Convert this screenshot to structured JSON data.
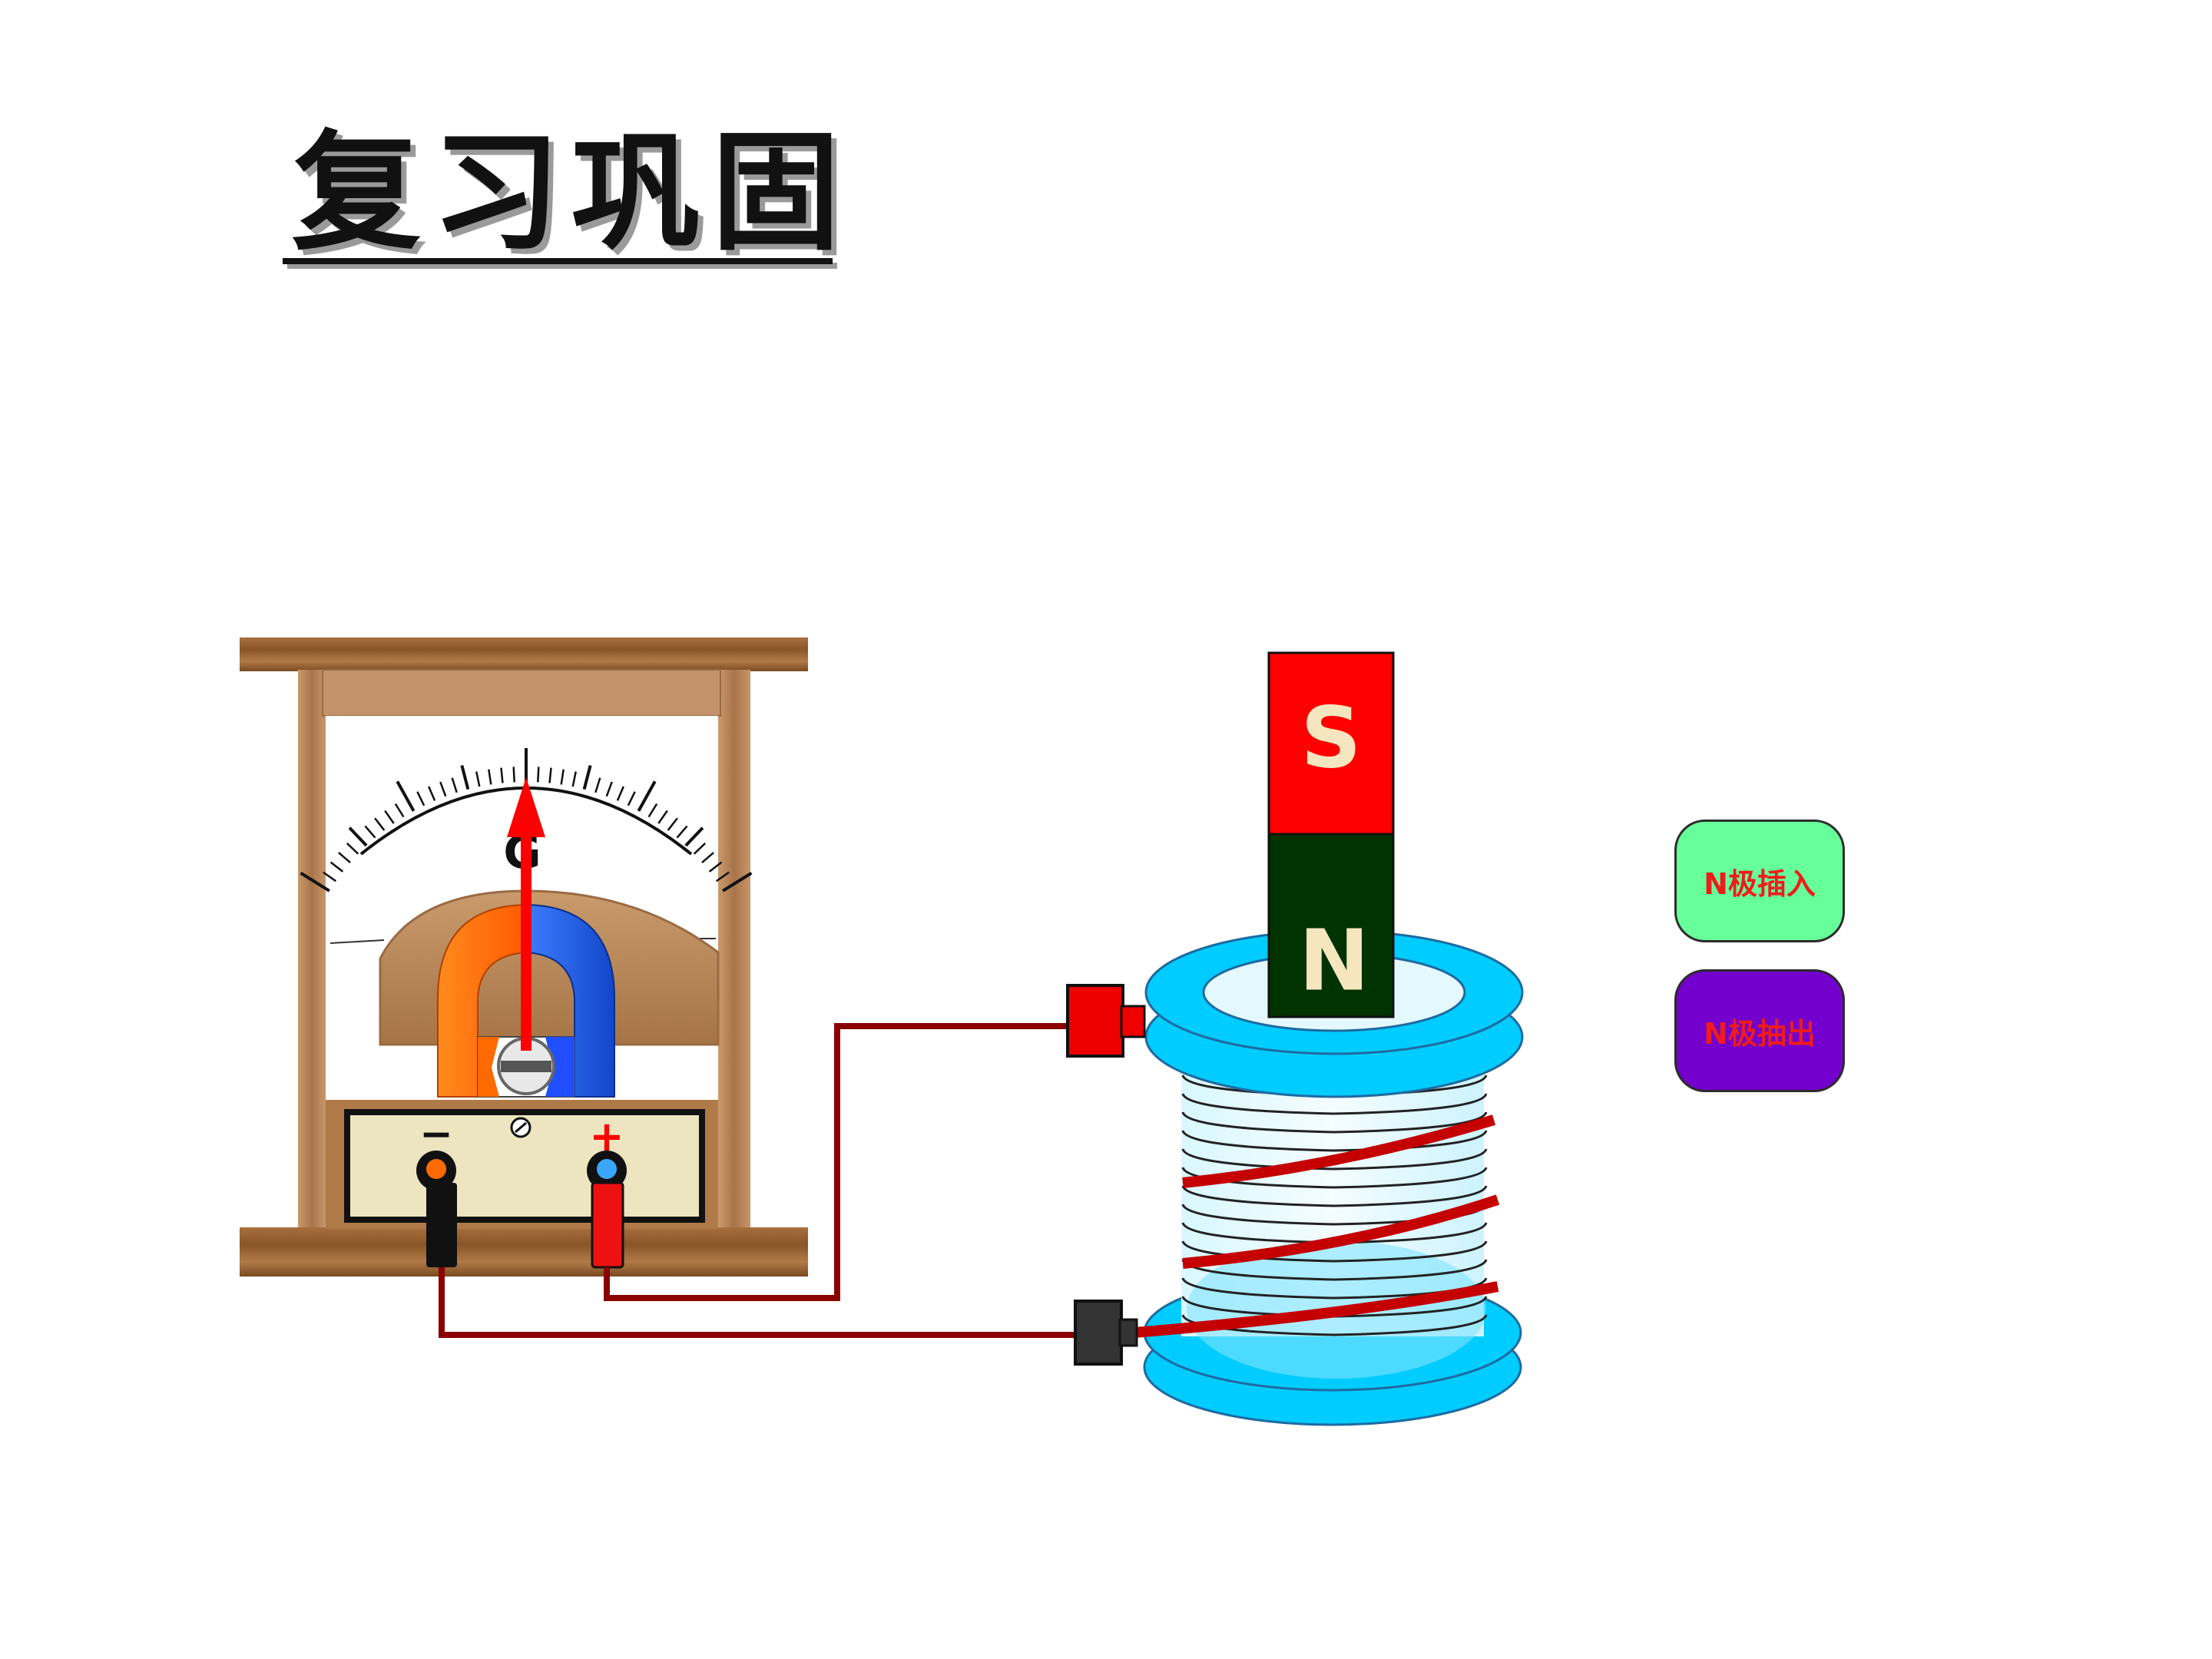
{
  "title": "复习巩固",
  "galvanometer": {
    "dial_label": "G",
    "minus_label": "−",
    "plus_label": "+",
    "pointer_fraction": 0.5
  },
  "magnet": {
    "top_pole": "S",
    "bottom_pole": "N",
    "top_color": "#ff0000",
    "bottom_color": "#003300",
    "pole_text_color": "#f5e6bf"
  },
  "buttons": {
    "insert_label": "N极插入",
    "pull_label": "N极抽出",
    "insert_color": "#66ff99",
    "pull_color": "#7300cc",
    "label_color": "#ee1c1c"
  },
  "colors": {
    "wood": "#b58556",
    "wire": "#8b0000",
    "coil": "#00ccff"
  }
}
